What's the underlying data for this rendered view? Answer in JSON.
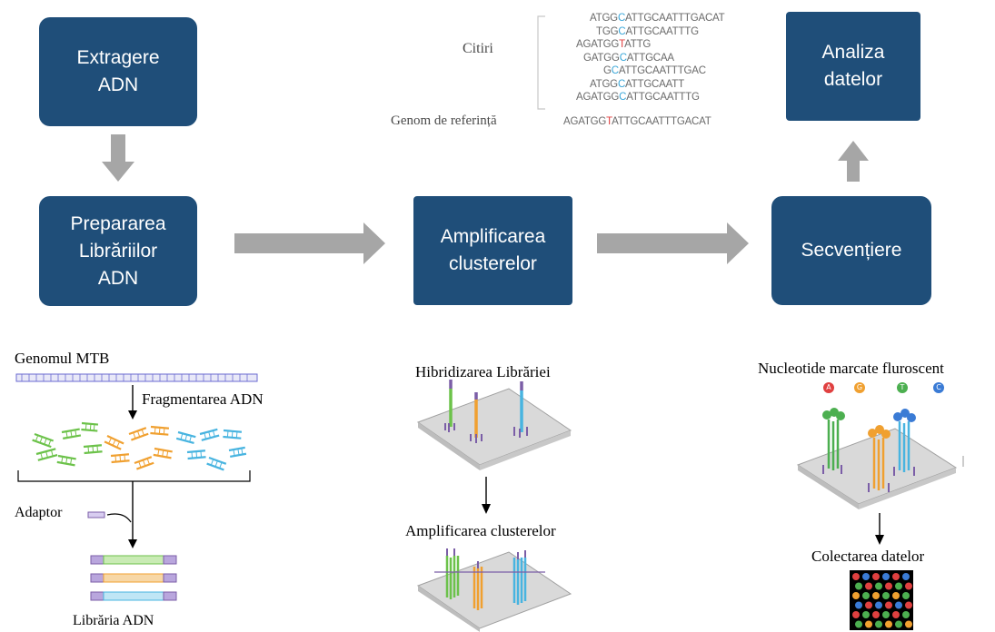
{
  "steps": {
    "extract": "Extragere\nADN",
    "library": "Prepararea\nLibrăriilor\nADN",
    "cluster": "Amplificarea\nclusterelor",
    "sequencing": "Secvențiere",
    "analysis": "Analiza\ndatelor"
  },
  "analysis_panel": {
    "reads_label": "Citiri",
    "reference_label": "Genom de referință",
    "reads": [
      {
        "pre": "ATGG",
        "hl": "C",
        "post": "ATTGCAATTTGACAT",
        "indent": 45,
        "color": "blue"
      },
      {
        "pre": "TGG",
        "hl": "C",
        "post": "ATTGCAATTTG",
        "indent": 52,
        "color": "blue"
      },
      {
        "pre": "AGATGG",
        "hl": "T",
        "post": "ATTG",
        "indent": 30,
        "color": "red"
      },
      {
        "pre": "GATGG",
        "hl": "C",
        "post": "ATTGCAA",
        "indent": 38,
        "color": "blue"
      },
      {
        "pre": "G",
        "hl": "C",
        "post": "ATTGCAATTTGAC",
        "indent": 60,
        "color": "blue"
      },
      {
        "pre": "ATGG",
        "hl": "C",
        "post": "ATTGCAATT",
        "indent": 45,
        "color": "blue"
      },
      {
        "pre": "AGATGG",
        "hl": "C",
        "post": "ATTGCAATTTG",
        "indent": 30,
        "color": "blue"
      }
    ],
    "reference": {
      "pre": "AGATGG",
      "hl": "T",
      "post": "ATTGCAATTTGACAT"
    }
  },
  "library_panel": {
    "genome": "Genomul MTB",
    "fragmentation": "Fragmentarea ADN",
    "adaptor": "Adaptor",
    "library": "Librăria ADN"
  },
  "cluster_panel": {
    "hybridization": "Hibridizarea Librăriei",
    "amplification": "Amplificarea clusterelor"
  },
  "sequencing_panel": {
    "nucleotides": "Nucleotide marcate fluroscent",
    "bases": [
      "A",
      "G",
      "T",
      "C"
    ],
    "collection": "Colectarea datelor"
  },
  "colors": {
    "box": "#1f4e79",
    "arrow": "#a6a6a6",
    "green": "#6cc24a",
    "orange": "#f0a030",
    "blue": "#48b4e0",
    "purple": "#7b5ea7",
    "red": "#e04040"
  }
}
